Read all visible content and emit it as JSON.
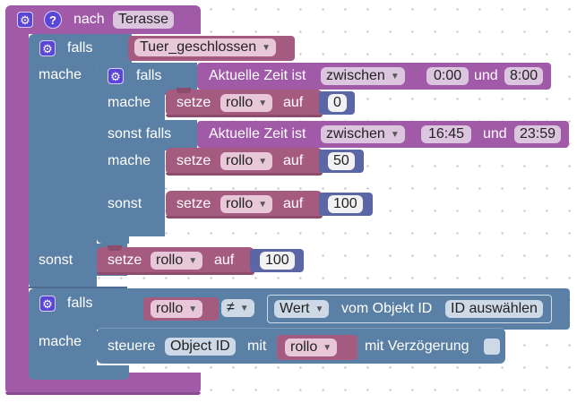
{
  "event": {
    "label": "nach",
    "value": "Terasse"
  },
  "if1": {
    "label_if": "falls",
    "condition": "Tuer_geschlossen",
    "label_do": "mache",
    "label_else": "sonst"
  },
  "if2": {
    "label_if": "falls",
    "label_do1": "mache",
    "label_elseif": "sonst falls",
    "label_do2": "mache",
    "label_else": "sonst"
  },
  "time1": {
    "prefix": "Aktuelle Zeit ist",
    "op": "zwischen",
    "from": "0:00",
    "and": "und",
    "to": "8:00"
  },
  "time2": {
    "prefix": "Aktuelle Zeit ist",
    "op": "zwischen",
    "from": "16:45",
    "and": "und",
    "to": "23:59"
  },
  "setblocks": [
    {
      "label": "setze",
      "var": "rollo",
      "to": "auf",
      "value": "0"
    },
    {
      "label": "setze",
      "var": "rollo",
      "to": "auf",
      "value": "50"
    },
    {
      "label": "setze",
      "var": "rollo",
      "to": "auf",
      "value": "100"
    },
    {
      "label": "setze",
      "var": "rollo",
      "to": "auf",
      "value": "100"
    }
  ],
  "if3": {
    "label_if": "falls",
    "label_do": "mache",
    "var": "rollo",
    "operator": "≠",
    "wert": "Wert",
    "vom": "vom Objekt ID",
    "object_select": "ID auswählen"
  },
  "control": {
    "label": "steuere",
    "object": "Object ID",
    "with": "mit",
    "var": "rollo",
    "delay": "mit Verzögerung"
  },
  "icons": {
    "gear": "gear-icon",
    "help": "help-icon",
    "dropdown": "dropdown-arrow-icon"
  },
  "colors": {
    "event": "#a05aa7",
    "logic": "#5b80a5",
    "variable": "#a55b80",
    "number": "#5b67a5"
  }
}
